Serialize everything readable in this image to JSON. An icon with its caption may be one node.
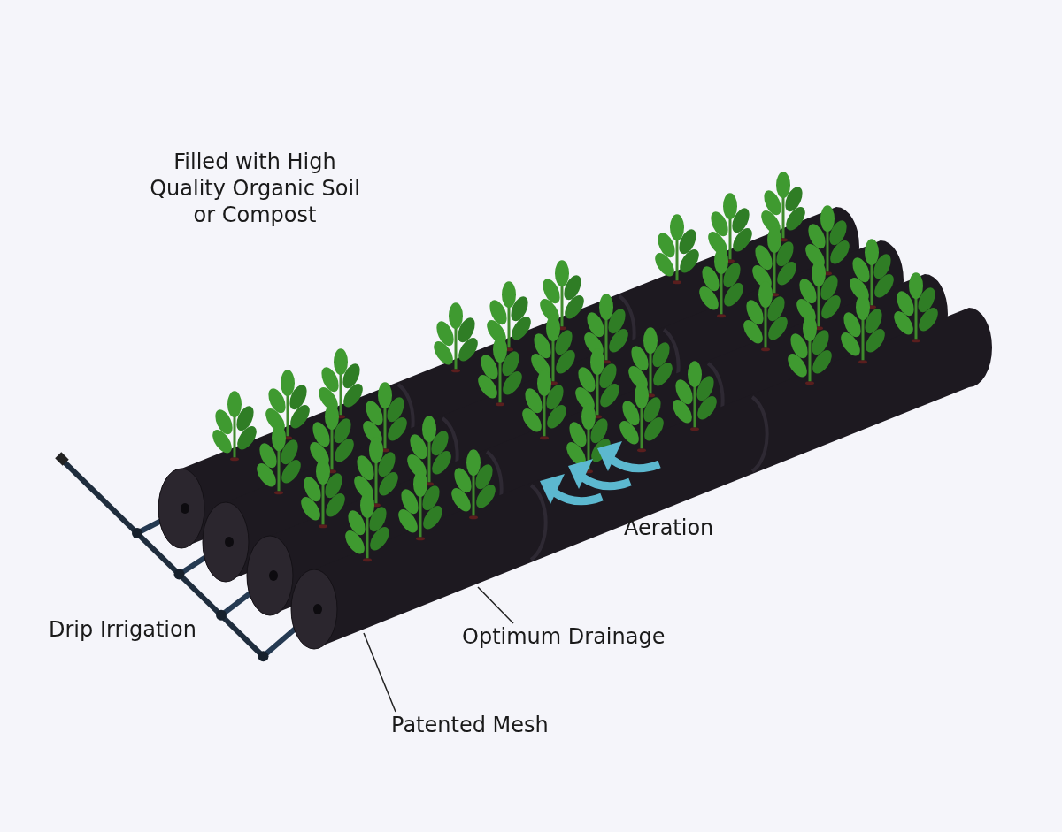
{
  "diagram": {
    "nodes": [
      {
        "text": [
          "Optimum Drainage"
        ]
      },
      {
        "text": [
          "Patented Mesh"
        ]
      },
      {
        "text": [],
        "shape": "picture"
      }
    ],
    "edges": [
      {
        "from": 0,
        "to": 2,
        "arrow": "none"
      },
      {
        "from": 1,
        "to": 2,
        "arrow": "none"
      }
    ],
    "labels": [
      "Filled with High Quality Organic Soil or Compost",
      "Aeration",
      "Drip Irrigation"
    ]
  }
}
